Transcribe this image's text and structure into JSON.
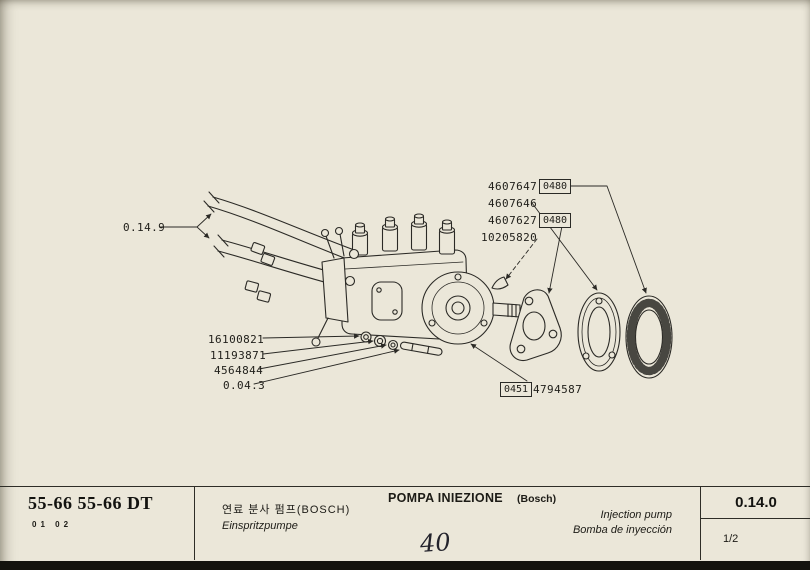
{
  "page": {
    "bg": "#ebe7d9",
    "ink": "#2b2a26"
  },
  "callouts": {
    "pipes_ref": "0.14.9",
    "ring_outer": "4607647",
    "ring_outer_badge": "0480",
    "seal_ring": "4607646",
    "gasket": "4607627",
    "gasket_badge": "0480",
    "key": "10205820",
    "nut": "16100821",
    "washer": "11193871",
    "washer2": "4564844",
    "stud_ref": "0.04.3",
    "pump_badge": "0451",
    "pump": "4794587"
  },
  "footer": {
    "models": "55-66 55-66 DT",
    "codes": "01 02",
    "title_korean": "연료 분사 펌프(BOSCH)",
    "title_german": "Einspritzpumpe",
    "title_italian": "POMPA INIEZIONE",
    "title_italian_suffix": "(Bosch)",
    "title_english": "Injection pump",
    "title_spanish": "Bomba de inyección",
    "section_code": "0.14.0",
    "page_indicator": "1/2",
    "handwritten_page": "40"
  }
}
